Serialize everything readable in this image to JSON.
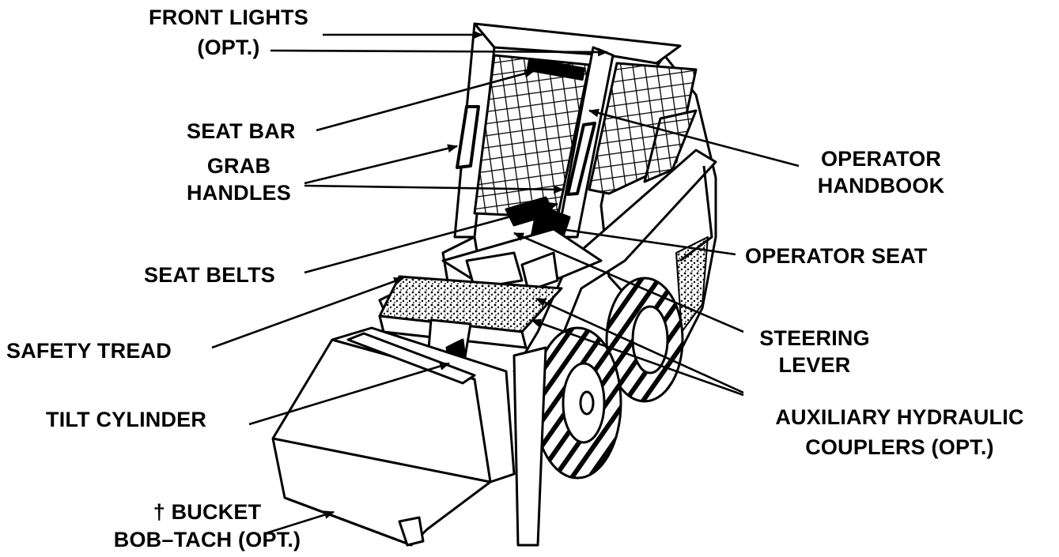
{
  "labels": {
    "front_lights": [
      "FRONT LIGHTS",
      "(OPT.)"
    ],
    "seat_bar": "SEAT BAR",
    "grab_handles": [
      "GRAB",
      "HANDLES"
    ],
    "operator_handbook": [
      "OPERATOR",
      "HANDBOOK"
    ],
    "operator_seat": "OPERATOR SEAT",
    "seat_belts": "SEAT BELTS",
    "safety_tread": "SAFETY TREAD",
    "steering_lever": [
      "STEERING",
      "LEVER"
    ],
    "tilt_cylinder": "TILT CYLINDER",
    "aux_couplers": [
      "AUXILIARY HYDRAULIC",
      "COUPLERS (OPT.)"
    ],
    "bucket": [
      "† BUCKET",
      "BOB–TACH (OPT.)"
    ]
  },
  "colors": {
    "ink": "#000000",
    "paper": "#ffffff"
  }
}
